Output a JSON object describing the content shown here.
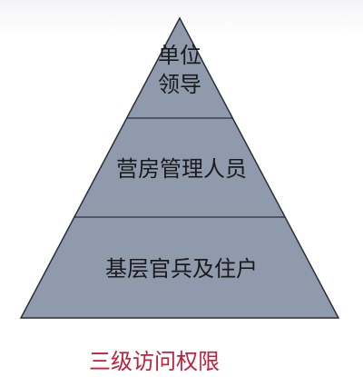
{
  "pyramid": {
    "fill_color": "#8f9aad",
    "stroke_color": "#2b2f36",
    "tiers": {
      "top": {
        "line1": "单位",
        "line2": "领导"
      },
      "middle": {
        "label": "营房管理人员"
      },
      "bottom": {
        "label": "基层官兵及住户"
      }
    }
  },
  "caption": {
    "text": "三级访问权限",
    "color": "#c0203a"
  }
}
